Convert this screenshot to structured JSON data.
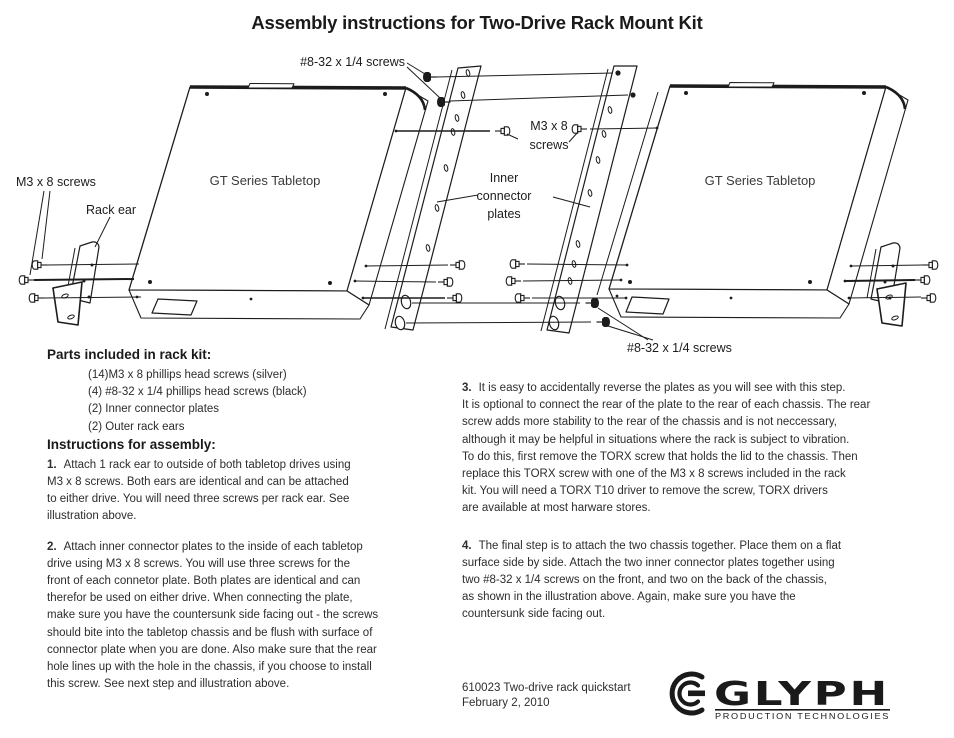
{
  "title": "Assembly instructions for Two-Drive Rack Mount Kit",
  "diagram": {
    "labels": {
      "screws_832_top": "#8-32 x 1/4 screws",
      "m3_screws_left": "M3 x 8 screws",
      "rack_ear": "Rack ear",
      "chassis_left": "GT Series Tabletop",
      "chassis_right": "GT Series Tabletop",
      "m3_mid_line1": "M3 x 8",
      "m3_mid_line2": "screws",
      "inner_line1": "Inner",
      "inner_line2": "connector",
      "inner_line3": "plates",
      "screws_832_bottom": "#8-32 x 1/4 screws"
    }
  },
  "parts": {
    "heading": "Parts included in rack kit:",
    "items": [
      "(14)M3 x 8 phillips head screws (silver)",
      "(4) #8-32 x 1/4 phillips head screws (black)",
      "(2) Inner connector plates",
      "(2) Outer rack ears"
    ]
  },
  "instructions": {
    "heading": "Instructions for assembly:"
  },
  "steps": [
    {
      "num": "1.",
      "lines": [
        "Attach 1 rack ear to outside of both tabletop drives using",
        "M3 x 8 screws. Both ears are identical and can be attached",
        "to either drive. You will need three screws per rack ear. See",
        "illustration above."
      ]
    },
    {
      "num": "2.",
      "lines": [
        "Attach inner connector plates to the inside of each tabletop",
        "drive using M3 x 8 screws. You will use three screws for the",
        "front of each connetor plate.  Both plates are identical and can",
        "therefor be used on either drive. When connecting the plate,",
        "make sure you have the countersunk side facing out - the screws",
        "should bite into the tabletop chassis and be flush with surface of",
        "connector plate when you are done. Also make sure that the rear",
        "hole lines up with the hole in the chassis, if you choose to install",
        "this screw.  See next step and illustration above."
      ]
    },
    {
      "num": "3.",
      "lines": [
        "It is easy to accidentally reverse the plates as you will see with this step.",
        "It is optional to connect the rear of the plate to the rear of each chassis. The rear",
        "screw adds more stability to the rear of the chassis and is not neccessary,",
        "although it may be helpful in situations where the rack is subject to vibration.",
        "To do this, first remove the TORX screw that holds the lid to the chassis.  Then",
        "replace this TORX screw with one of the M3 x 8 screws included in the rack",
        "kit. You will need a TORX T10 driver to remove the screw, TORX drivers",
        "are available at most harware stores."
      ]
    },
    {
      "num": "4.",
      "lines": [
        "The final step is to attach the two chassis together. Place them on a flat",
        "surface side by side. Attach the two inner connector plates together using",
        "two #8-32 x 1/4 screws on the front, and two on the back of the chassis,",
        "as shown in the illustration above. Again, make sure you have the",
        "countersunk side facing out."
      ]
    }
  ],
  "footer": {
    "doc_lines": [
      "610023 Two-drive rack quickstart",
      "February 2, 2010"
    ],
    "logo_text": "GLYPH",
    "logo_sub": "PRODUCTION TECHNOLOGIES"
  },
  "colors": {
    "ink": "#1c1c1c",
    "body_text": "#2d2d2d"
  }
}
